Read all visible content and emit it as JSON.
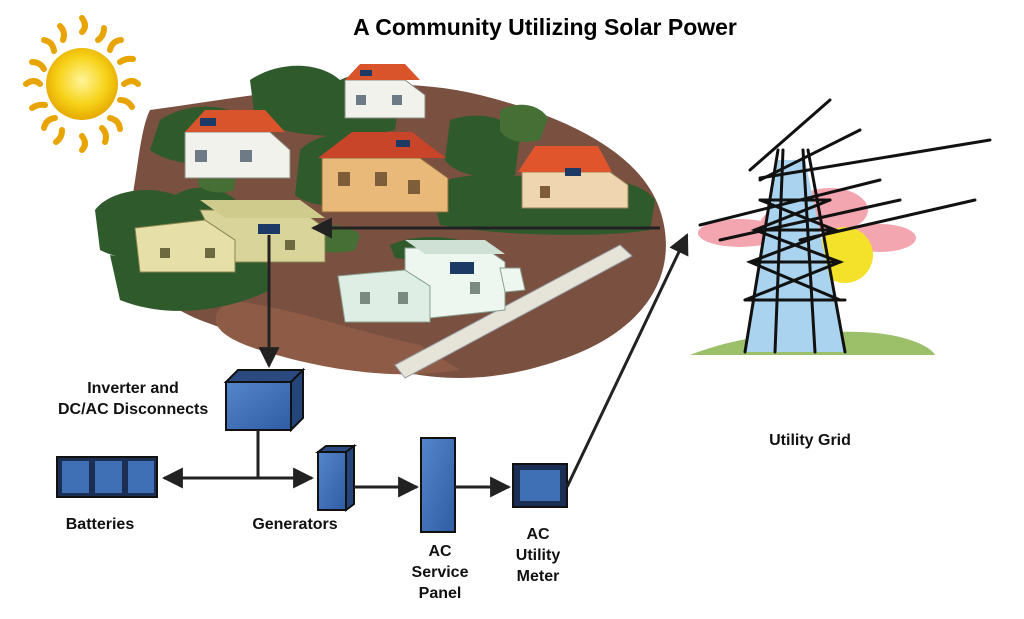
{
  "title": "A Community  Utilizing Solar Power",
  "labels": {
    "inverter_line1": "Inverter and",
    "inverter_line2": "DC/AC Disconnects",
    "batteries": "Batteries",
    "generators": "Generators",
    "service_panel_line1": "AC",
    "service_panel_line2": "Service",
    "service_panel_line3": "Panel",
    "meter_line1": "AC",
    "meter_line2": "Utility",
    "meter_line3": "Meter",
    "utility_grid": "Utility Grid"
  },
  "icons": [
    "sun-icon",
    "house-icon",
    "transmission-tower-icon",
    "cloud-icon"
  ],
  "colors": {
    "component_fill": "#3f6fb5",
    "component_dark": "#1b2f55",
    "roof": "#d9542a",
    "foliage": "#2f5a2c",
    "ground": "#7a5040",
    "sun": "#f4c20d",
    "cloud": "#f4a6b0",
    "tower_fill": "#a9d3ee",
    "grass": "#9cbf6a"
  }
}
